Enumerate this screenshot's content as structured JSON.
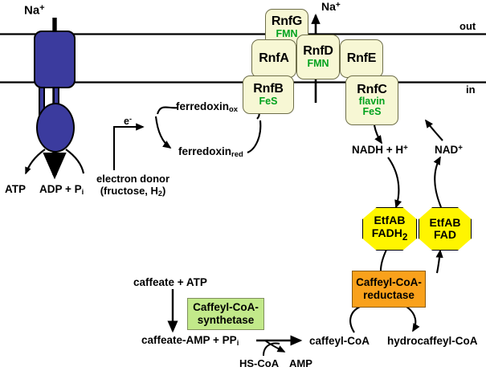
{
  "diagram": {
    "title": "Na+-translocating Rnf complex and caffeate respiration pathway",
    "colors": {
      "rnf_box_fill": "#f7f7d4",
      "cofactor_text": "#00a21e",
      "etfab_fill": "#fff500",
      "synthetase_fill": "#c2e98a",
      "reductase_fill": "#f9a11b",
      "atp_synthase_fill": "#3b3b9e",
      "line": "#000000"
    },
    "membrane": {
      "outside_label": "out",
      "inside_label": "in"
    },
    "atp_synthase": {
      "ion_label_base": "Na",
      "ion_label_sup": "+",
      "product_atp": "ATP",
      "substrate": "ADP + P",
      "substrate_sub": "i"
    },
    "rnf_complex": {
      "ion_label_base": "Na",
      "ion_label_sup": "+",
      "subunits": [
        {
          "name": "RnfG",
          "cofactor": "FMN"
        },
        {
          "name": "RnfA",
          "cofactor": ""
        },
        {
          "name": "RnfD",
          "cofactor": "FMN"
        },
        {
          "name": "RnfE",
          "cofactor": ""
        },
        {
          "name": "RnfB",
          "cofactor": "FeS"
        },
        {
          "name": "RnfC",
          "cofactor_1": "flavin",
          "cofactor_2": "FeS"
        }
      ]
    },
    "ferredoxin_cycle": {
      "electron_label_base": "e",
      "electron_label_sup": "-",
      "oxidized_base": "ferredoxin",
      "oxidized_sub": "ox",
      "reduced_base": "ferredoxin",
      "reduced_sub": "red",
      "donor_line1": "electron donor",
      "donor_line2_pre": "(fructose, H",
      "donor_line2_sub": "2",
      "donor_line2_post": ")"
    },
    "nad_cycle": {
      "nadh_base": "NADH + H",
      "nadh_sup": "+",
      "nad_base": "NAD",
      "nad_sup": "+",
      "etfab_reduced_line1": "EtfAB",
      "etfab_reduced_line2_base": "FADH",
      "etfab_reduced_line2_sub": "2",
      "etfab_oxidized_line1": "EtfAB",
      "etfab_oxidized_line2": "FAD"
    },
    "caffeate_pathway": {
      "substrate": "caffeate + ATP",
      "synthetase_line1": "Caffeyl-CoA-",
      "synthetase_line2": "synthetase",
      "intermediate_base": "caffeate-AMP + PP",
      "intermediate_sub": "i",
      "hs_coa": "HS-CoA",
      "amp": "AMP",
      "caffeyl_coa": "caffeyl-CoA",
      "reductase_line1": "Caffeyl-CoA-",
      "reductase_line2": "reductase",
      "product": "hydrocaffeyl-CoA"
    }
  }
}
